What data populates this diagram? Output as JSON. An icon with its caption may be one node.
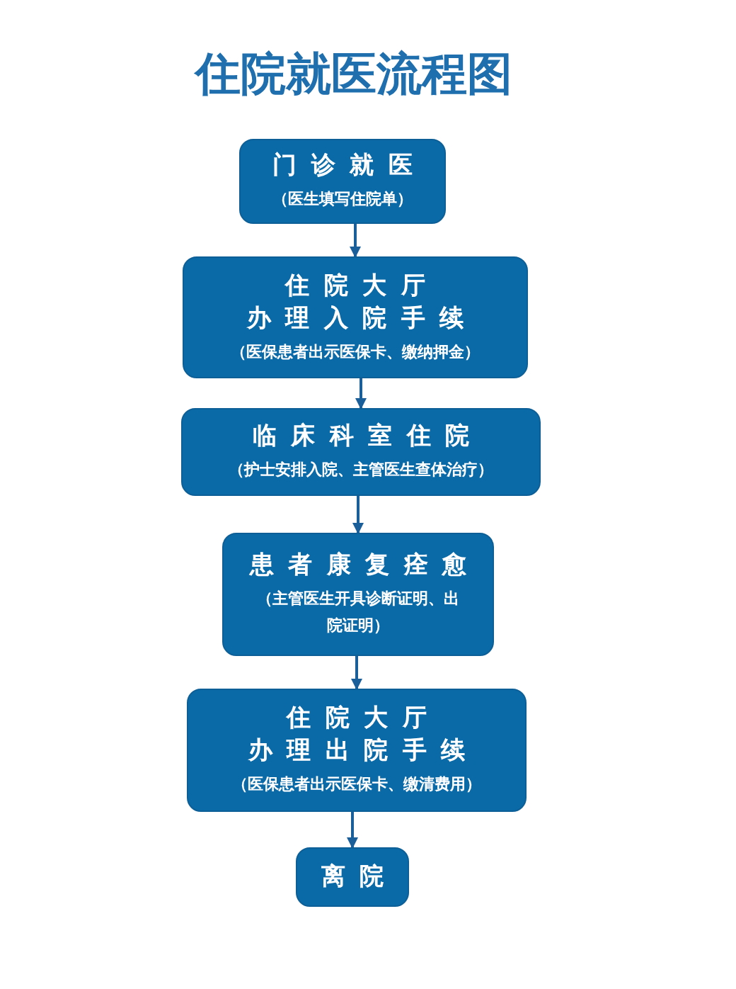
{
  "diagram": {
    "title": "住院就医流程图",
    "nodes": [
      {
        "text": [
          "门诊就医",
          "（医生填写住院单）"
        ]
      },
      {
        "text": [
          "住院大厅",
          "办理入院手续",
          "（医保患者出示医保卡、缴纳押金）"
        ]
      },
      {
        "text": [
          "临床科室住院",
          "（护士安排入院、主管医生查体治疗）"
        ]
      },
      {
        "text": [
          "患者康复痊愈",
          "（主管医生开具诊断证明、出院证明）"
        ]
      },
      {
        "text": [
          "住院大厅",
          "办理出院手续",
          "（医保患者出示医保卡、缴清费用）"
        ]
      },
      {
        "text": [
          "离院"
        ]
      }
    ],
    "edges": [
      {
        "from": 0,
        "to": 1,
        "arrow": "to"
      },
      {
        "from": 1,
        "to": 2,
        "arrow": "to"
      },
      {
        "from": 2,
        "to": 3,
        "arrow": "to"
      },
      {
        "from": 3,
        "to": 4,
        "arrow": "to"
      },
      {
        "from": 4,
        "to": 5,
        "arrow": "to"
      }
    ]
  }
}
